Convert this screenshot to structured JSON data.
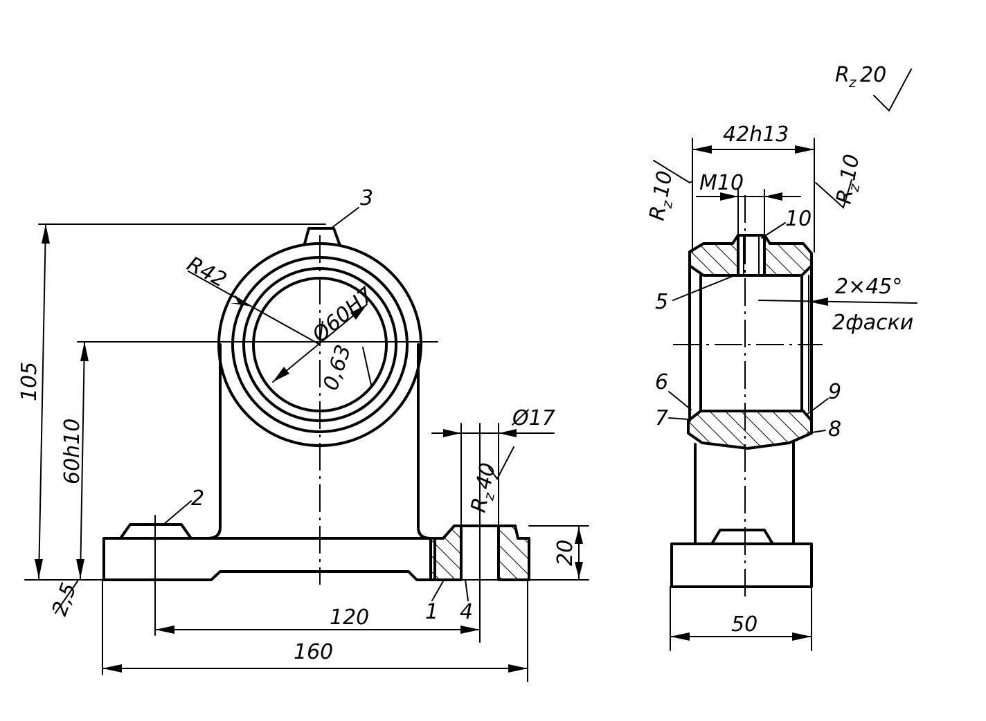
{
  "dimensions": {
    "height_105": "105",
    "height_60h10": "60h10",
    "base_20": "20",
    "chamfer_2_5": "2,5",
    "len_120": "120",
    "len_160": "160",
    "len_50": "50",
    "width_42h13": "42h13",
    "thread_m10": "M10",
    "radius_r42": "R42",
    "bore_60h7": "Ø60H7",
    "runout_063": "0,63",
    "hole_17": "Ø17"
  },
  "roughness": {
    "general_letter": "R",
    "general_sub": "z",
    "general_value": "20",
    "left_face_letter": "R",
    "left_face_sub": "z",
    "left_face_value": "10",
    "right_face_letter": "R",
    "right_face_sub": "z",
    "right_face_value": "10",
    "hole_letter": "R",
    "hole_sub": "z",
    "hole_value": "40"
  },
  "chamfer_note": {
    "size": "2×45°",
    "count": "2фаски"
  },
  "callouts": [
    "1",
    "2",
    "3",
    "4",
    "5",
    "6",
    "7",
    "8",
    "9",
    "10"
  ]
}
